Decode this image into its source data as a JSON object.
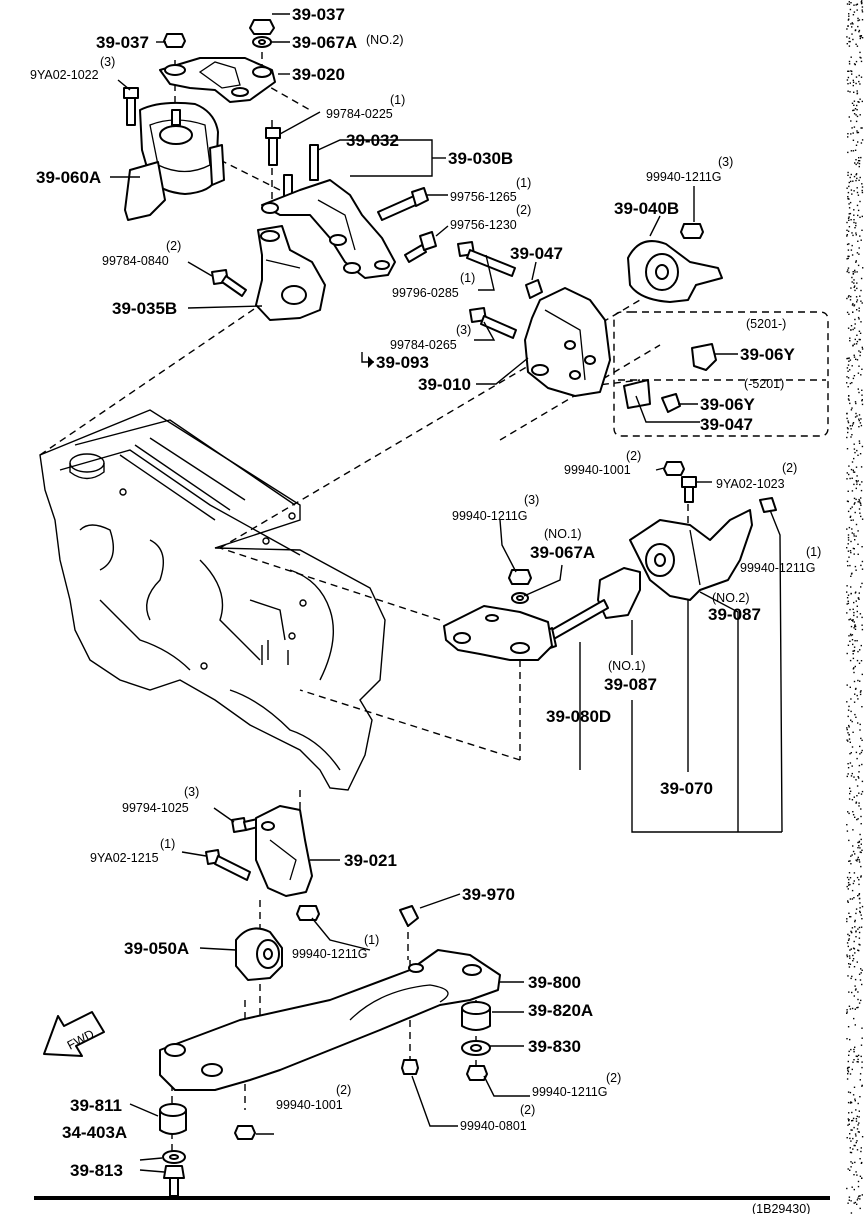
{
  "labels": {
    "l_39_037_top": "39-037",
    "l_39_037_left": "39-037",
    "l_39_067A_top": "39-067A",
    "l_no2_top": "(NO.2)",
    "l_39_020": "39-020",
    "l_9YA02_1022": "9YA02-1022",
    "q_9YA02_1022": "(3)",
    "l_99784_0225": "99784-0225",
    "q_99784_0225": "(1)",
    "l_39_032": "39-032",
    "l_39_030B": "39-030B",
    "l_39_060A": "39-060A",
    "l_99756_1265": "99756-1265",
    "q_99756_1265": "(1)",
    "l_99756_1230": "99756-1230",
    "q_99756_1230": "(2)",
    "l_99940_1211G_a": "99940-1211G",
    "q_99940_1211G_a": "(3)",
    "l_39_040B": "39-040B",
    "l_99784_0840": "99784-0840",
    "q_99784_0840": "(2)",
    "l_39_047_a": "39-047",
    "l_99796_0285": "99796-0285",
    "q_99796_0285": "(1)",
    "l_39_035B": "39-035B",
    "l_5201_after": "(5201-)",
    "l_39_06Y_a": "39-06Y",
    "l_99784_0265": "99784-0265",
    "q_99784_0265": "(3)",
    "l_39_093": "39-093",
    "l_5201_before": "(-5201)",
    "l_39_010": "39-010",
    "l_39_06Y_b": "39-06Y",
    "l_39_047_b": "39-047",
    "l_99940_1001_a": "99940-1001",
    "q_99940_1001_a": "(2)",
    "l_9YA02_1023": "9YA02-1023",
    "q_9YA02_1023": "(2)",
    "l_99940_1211G_b": "99940-1211G",
    "q_99940_1211G_b": "(3)",
    "l_no1_a": "(NO.1)",
    "l_39_067A_mid": "39-067A",
    "l_99940_1211G_c": "99940-1211G",
    "q_99940_1211G_c": "(1)",
    "l_no2_mid": "(NO.2)",
    "l_39_087_a": "39-087",
    "l_no1_b": "(NO.1)",
    "l_39_087_b": "39-087",
    "l_39_080D": "39-080D",
    "l_39_070": "39-070",
    "l_99794_1025": "99794-1025",
    "q_99794_1025": "(3)",
    "l_9YA02_1215": "9YA02-1215",
    "q_9YA02_1215": "(1)",
    "l_39_021": "39-021",
    "l_39_970": "39-970",
    "l_39_050A": "39-050A",
    "l_99940_1211G_d": "99940-1211G",
    "q_99940_1211G_d": "(1)",
    "l_39_800": "39-800",
    "l_39_820A": "39-820A",
    "l_fwd": "FWD",
    "l_39_830": "39-830",
    "l_99940_1211G_e": "99940-1211G",
    "q_99940_1211G_e": "(2)",
    "l_39_811": "39-811",
    "l_99940_1001_b": "99940-1001",
    "q_99940_1001_b": "(2)",
    "l_34_403A": "34-403A",
    "l_99940_0801": "99940-0801",
    "q_99940_0801": "(2)",
    "l_39_813": "39-813",
    "l_diagram_code": "(1B29430)"
  }
}
